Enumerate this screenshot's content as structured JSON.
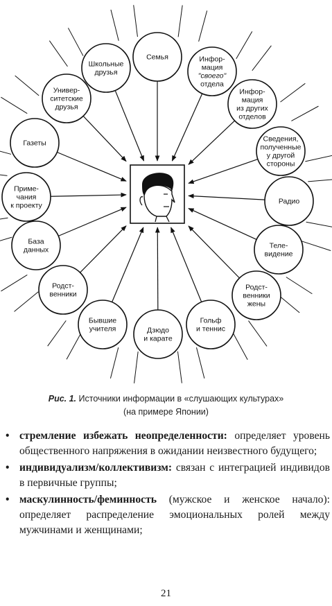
{
  "diagram": {
    "center": "face-portrait",
    "nodes": [
      {
        "id": "semya",
        "lines": [
          "Семья"
        ]
      },
      {
        "id": "info-svoego",
        "lines": [
          "Инфор-",
          "мация",
          "\"своего\"",
          "отдела"
        ],
        "italic_line": 2
      },
      {
        "id": "info-drugih",
        "lines": [
          "Инфор-",
          "мация",
          "из других",
          "отделов"
        ]
      },
      {
        "id": "svedeniya",
        "lines": [
          "Сведения,",
          "полученные",
          "у другой",
          "стороны"
        ]
      },
      {
        "id": "radio",
        "lines": [
          "Радио"
        ]
      },
      {
        "id": "televidenie",
        "lines": [
          "Теле-",
          "видение"
        ]
      },
      {
        "id": "rodstv-zheny",
        "lines": [
          "Родст-",
          "венники",
          "жены"
        ]
      },
      {
        "id": "golf",
        "lines": [
          "Гольф",
          "и теннис"
        ]
      },
      {
        "id": "dzyudo",
        "lines": [
          "Дзюдо",
          "и карате"
        ]
      },
      {
        "id": "byvshie",
        "lines": [
          "Бывшие",
          "учителя"
        ]
      },
      {
        "id": "rodstvenniki",
        "lines": [
          "Родст-",
          "венники"
        ]
      },
      {
        "id": "baza",
        "lines": [
          "База",
          "данных"
        ]
      },
      {
        "id": "primechaniya",
        "lines": [
          "Приме-",
          "чания",
          "к проекту"
        ]
      },
      {
        "id": "gazety",
        "lines": [
          "Газеты"
        ]
      },
      {
        "id": "univer",
        "lines": [
          "Универ-",
          "ситетские",
          "друзья"
        ]
      },
      {
        "id": "shkolnye",
        "lines": [
          "Школьные",
          "друзья"
        ]
      }
    ]
  },
  "caption": {
    "label": "Рис. 1.",
    "line1": " Источники информации в «слушающих культурах»",
    "line2": "(на примере Японии)"
  },
  "bullets": [
    {
      "term": "стремление избежать неопределенности:",
      "text": " определяет уровень общественного напряжения в ожидании неизвестного будущего;"
    },
    {
      "term": "индивидуализм/коллективизм:",
      "text": " связан с интеграцией индивидов в первичные группы;"
    },
    {
      "term": "маскулинность/феминность",
      "text": " (мужское и женское начало): определяет распределение эмоциональных ролей между мужчинами и женщинами;"
    }
  ],
  "bullet_glyph": "•",
  "page_number": "21"
}
